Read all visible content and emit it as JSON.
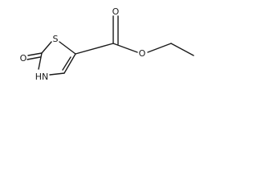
{
  "molecule": {
    "atoms": {
      "thiazole_sulfur": "S",
      "ring_carbonyl_oxygen": "O",
      "ring_nitrogen_h": "HN",
      "ester_carbonyl_oxygen": "O",
      "ester_ether_oxygen": "O"
    }
  }
}
